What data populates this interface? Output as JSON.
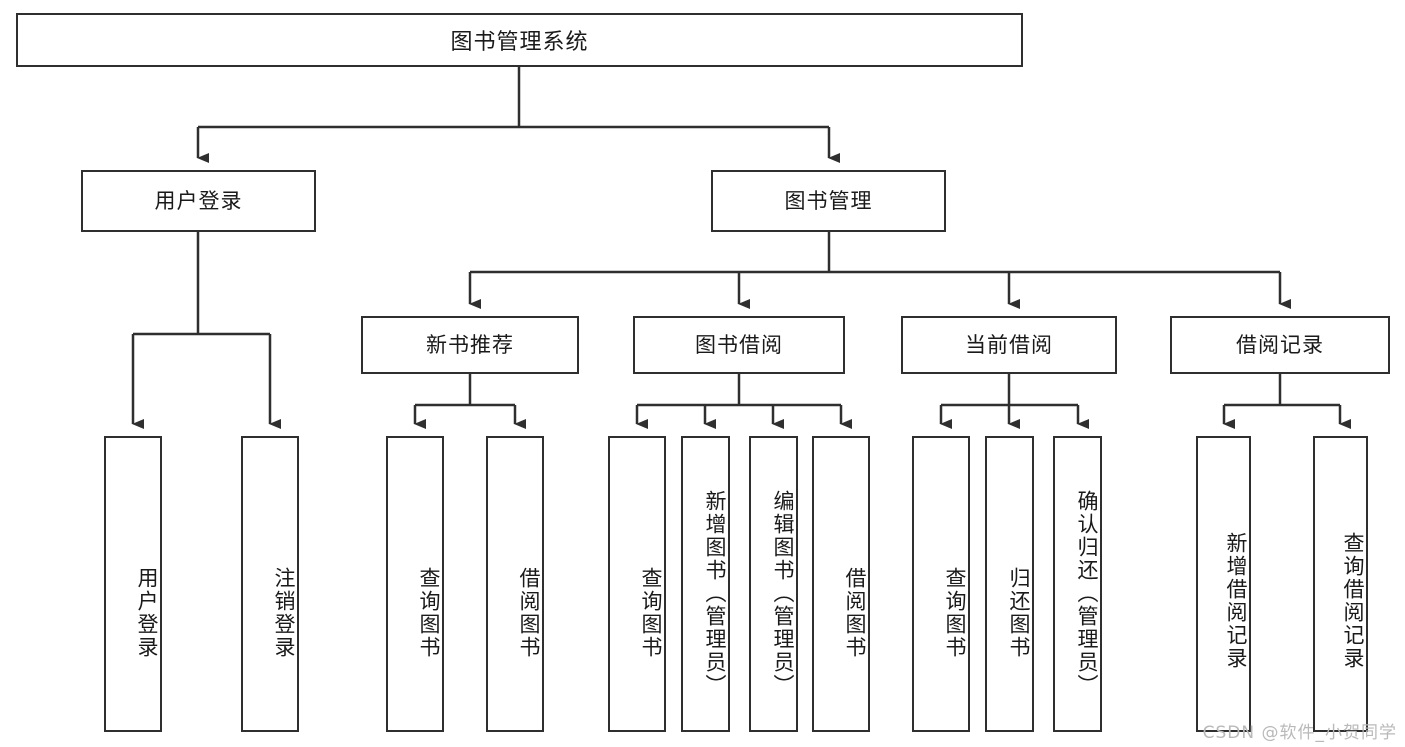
{
  "diagram": {
    "title": "图书管理系统",
    "type": "tree-hierarchy-diagram",
    "colors": {
      "border": "#2f2f2f",
      "background": "#ffffff",
      "text": "#1a1a1a",
      "watermark": "#b9b9b9"
    },
    "root": {
      "label": "图书管理系统"
    },
    "level2": [
      {
        "label": "用户登录"
      },
      {
        "label": "图书管理"
      }
    ],
    "level3": [
      {
        "label": "新书推荐"
      },
      {
        "label": "图书借阅"
      },
      {
        "label": "当前借阅"
      },
      {
        "label": "借阅记录"
      }
    ],
    "leaves": {
      "user_login": [
        {
          "label": "用户登录"
        },
        {
          "label": "注销登录"
        }
      ],
      "new_book": [
        {
          "label": "查询图书"
        },
        {
          "label": "借阅图书"
        }
      ],
      "book_borrow": [
        {
          "label": "查询图书"
        },
        {
          "label": "新增图书（管理员）"
        },
        {
          "label": "编辑图书（管理员）"
        },
        {
          "label": "借阅图书"
        }
      ],
      "current_borrow": [
        {
          "label": "查询图书"
        },
        {
          "label": "归还图书"
        },
        {
          "label": "确认归还（管理员）"
        }
      ],
      "borrow_record": [
        {
          "label": "新增借阅记录"
        },
        {
          "label": "查询借阅记录"
        }
      ]
    },
    "watermark": "CSDN @软件_小贺同学"
  }
}
